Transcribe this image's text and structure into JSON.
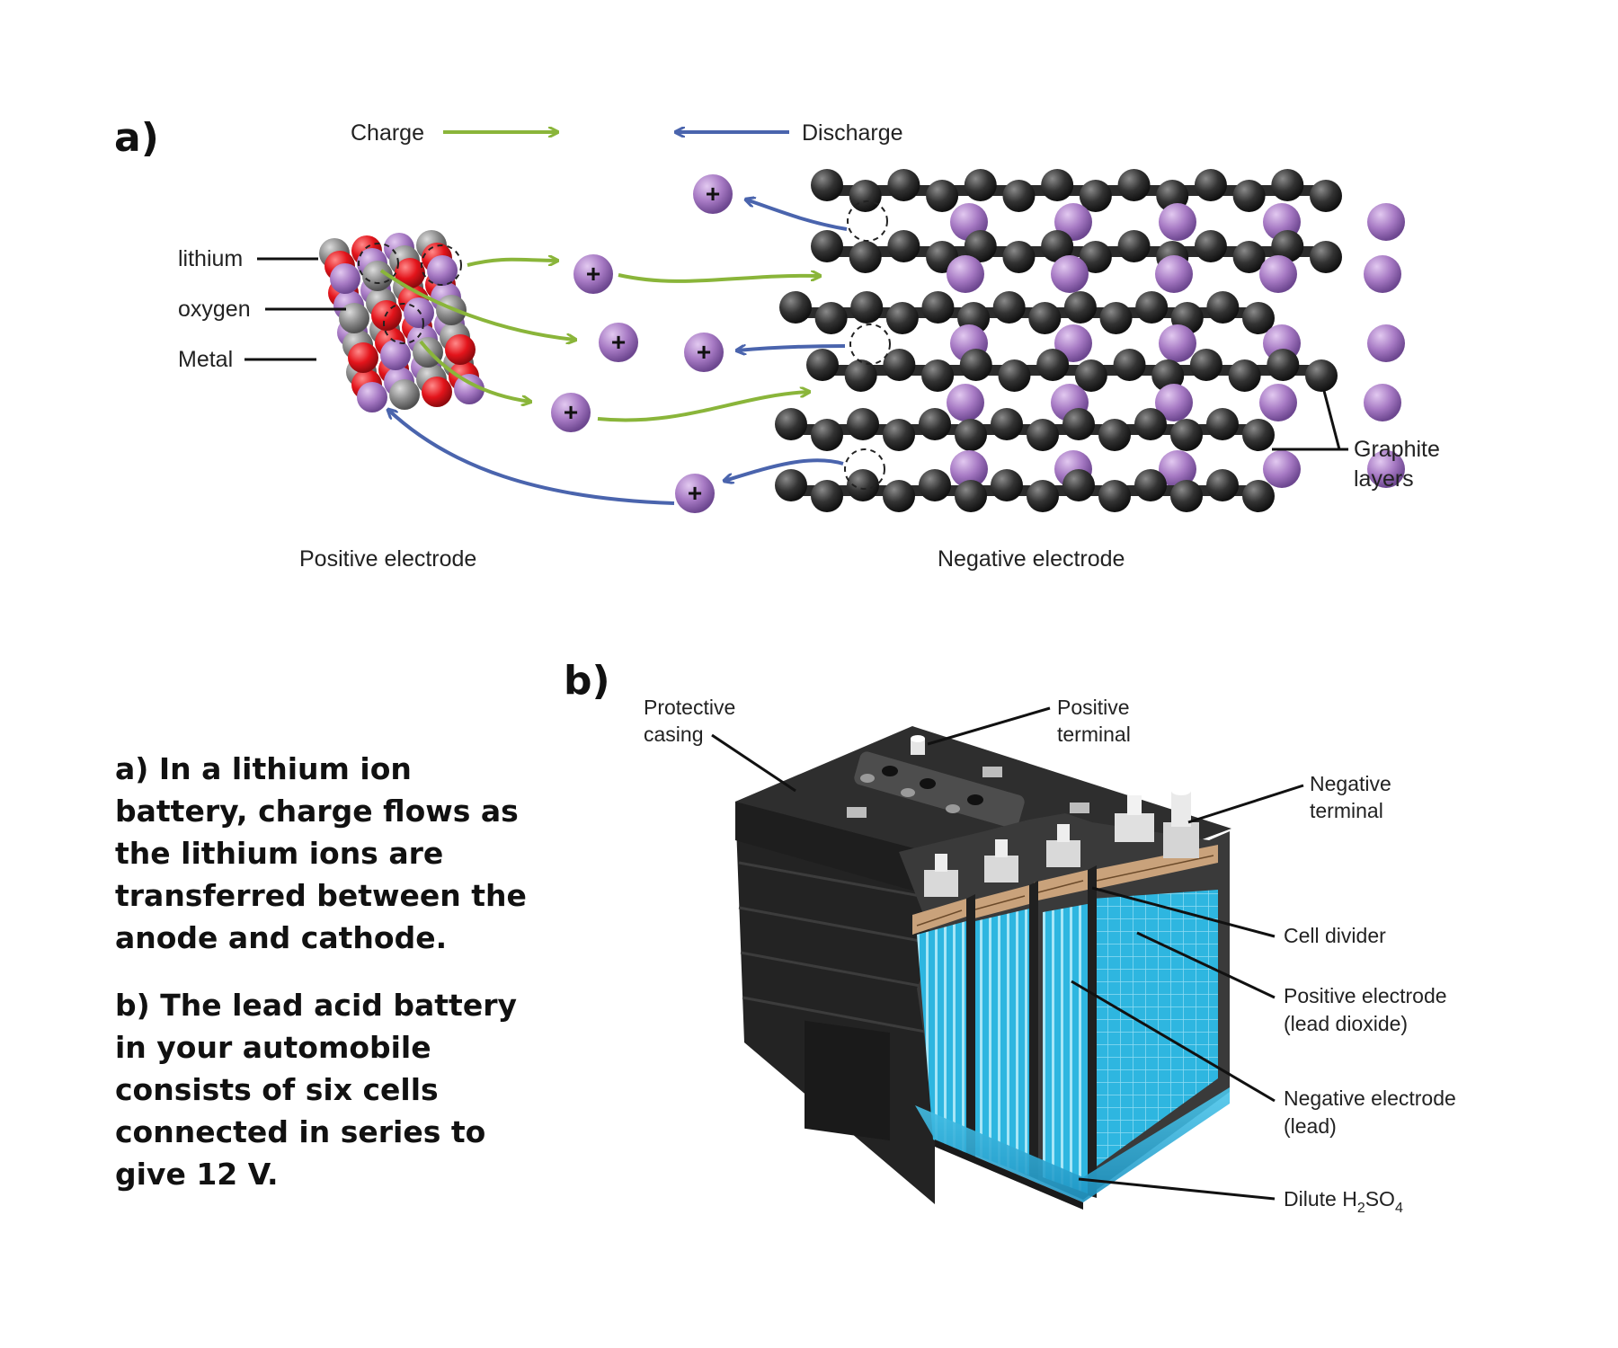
{
  "panel_a": {
    "letter": "a)",
    "legend": {
      "charge": "Charge",
      "discharge": "Discharge"
    },
    "cathode_labels": {
      "lithium": "lithium",
      "oxygen": "oxygen",
      "metal": "Metal"
    },
    "positive_electrode": "Positive electrode",
    "negative_electrode": "Negative electrode",
    "graphite_line1": "Graphite",
    "graphite_line2": "layers",
    "ion_symbol": "+"
  },
  "panel_b": {
    "letter": "b)",
    "protective_casing_1": "Protective",
    "protective_casing_2": "casing",
    "positive_terminal_1": "Positive",
    "positive_terminal_2": "terminal",
    "negative_terminal_1": "Negative",
    "negative_terminal_2": "terminal",
    "cell_divider": "Cell divider",
    "positive_electrode_1": "Positive electrode",
    "positive_electrode_2": "(lead dioxide)",
    "negative_electrode_1": "Negative electrode",
    "negative_electrode_2": "(lead)",
    "electrolyte_prefix": "Dilute H",
    "electrolyte_sub1": "2",
    "electrolyte_mid": "SO",
    "electrolyte_sub2": "4"
  },
  "captions": {
    "a": "a) In a lithium ion battery, charge flows as the lithium ions are transferred between the anode and cathode.",
    "b": "b) The lead acid battery in your automobile consists of six cells connected in series to give 12 V."
  },
  "colors": {
    "charge_arrow": "#8ab53a",
    "discharge_arrow": "#4a64ad",
    "lithium": "#a77ac4",
    "oxygen": "#e3141b",
    "metal": "#8a8a8a",
    "graphite": "#333333",
    "electrolyte": "#2eb6e0",
    "casing": "#2a2a2a"
  }
}
